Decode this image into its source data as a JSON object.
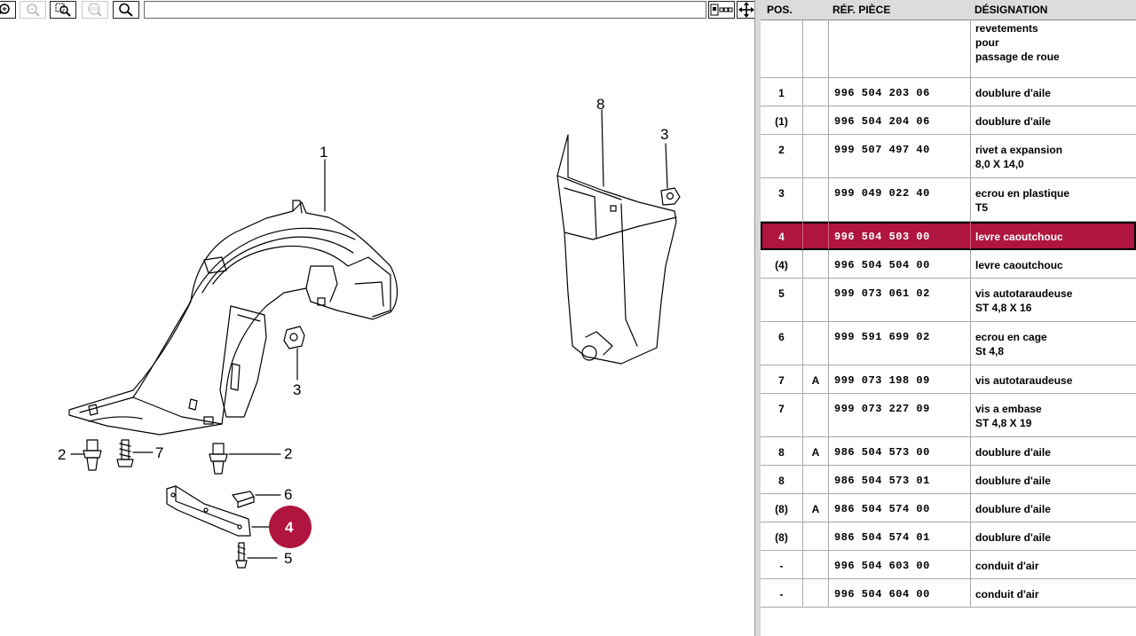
{
  "toolbar": {
    "buttons": [
      {
        "icon": "zoom-in-icon",
        "enabled": true
      },
      {
        "icon": "zoom-out-icon",
        "enabled": false
      },
      {
        "icon": "zoom-window-icon",
        "enabled": true
      },
      {
        "icon": "zoom-100-icon",
        "label": "100%",
        "enabled": false
      },
      {
        "icon": "search-icon",
        "enabled": true
      }
    ],
    "address_value": "",
    "right_buttons": [
      {
        "icon": "view-toggle-icon"
      },
      {
        "icon": "pan-arrows-icon"
      }
    ]
  },
  "drawing": {
    "callouts": [
      "1",
      "2",
      "2",
      "3",
      "3",
      "4",
      "5",
      "6",
      "7",
      "8"
    ],
    "highlight_color": "#b0153f"
  },
  "table": {
    "headers": {
      "pos": "POS.",
      "ref": "RÉF. PIÈCE",
      "designation": "DÉSIGNATION"
    },
    "group_title": "revetements\npour\npassage de roue",
    "rows": [
      {
        "pos": "1",
        "var": "",
        "ref": "996 504 203 06",
        "designation": "doublure d'aile"
      },
      {
        "pos": "(1)",
        "var": "",
        "ref": "996 504 204 06",
        "designation": "doublure d'aile"
      },
      {
        "pos": "2",
        "var": "",
        "ref": "999 507 497 40",
        "designation": "rivet a expansion\n8,0 X 14,0"
      },
      {
        "pos": "3",
        "var": "",
        "ref": "999 049 022 40",
        "designation": "ecrou en plastique\nT5"
      },
      {
        "pos": "4",
        "var": "",
        "ref": "996 504 503 00",
        "designation": "levre caoutchouc",
        "selected": true
      },
      {
        "pos": "(4)",
        "var": "",
        "ref": "996 504 504 00",
        "designation": "levre caoutchouc"
      },
      {
        "pos": "5",
        "var": "",
        "ref": "999 073 061 02",
        "designation": "vis autotaraudeuse\nST 4,8 X 16"
      },
      {
        "pos": "6",
        "var": "",
        "ref": "999 591 699 02",
        "designation": "ecrou en cage\nSt 4,8"
      },
      {
        "pos": "7",
        "var": "A",
        "ref": "999 073 198 09",
        "designation": "vis autotaraudeuse"
      },
      {
        "pos": "7",
        "var": "",
        "ref": "999 073 227 09",
        "designation": "vis a embase\nST 4,8 X 19"
      },
      {
        "pos": "8",
        "var": "A",
        "ref": "986 504 573 00",
        "designation": "doublure d'aile"
      },
      {
        "pos": "8",
        "var": "",
        "ref": "986 504 573 01",
        "designation": "doublure d'aile"
      },
      {
        "pos": "(8)",
        "var": "A",
        "ref": "986 504 574 00",
        "designation": "doublure d'aile"
      },
      {
        "pos": "(8)",
        "var": "",
        "ref": "986 504 574 01",
        "designation": "doublure d'aile"
      },
      {
        "pos": "-",
        "var": "",
        "ref": "996 504 603 00",
        "designation": "conduit d'air"
      },
      {
        "pos": "-",
        "var": "",
        "ref": "996 504 604 00",
        "designation": "conduit d'air"
      }
    ]
  }
}
